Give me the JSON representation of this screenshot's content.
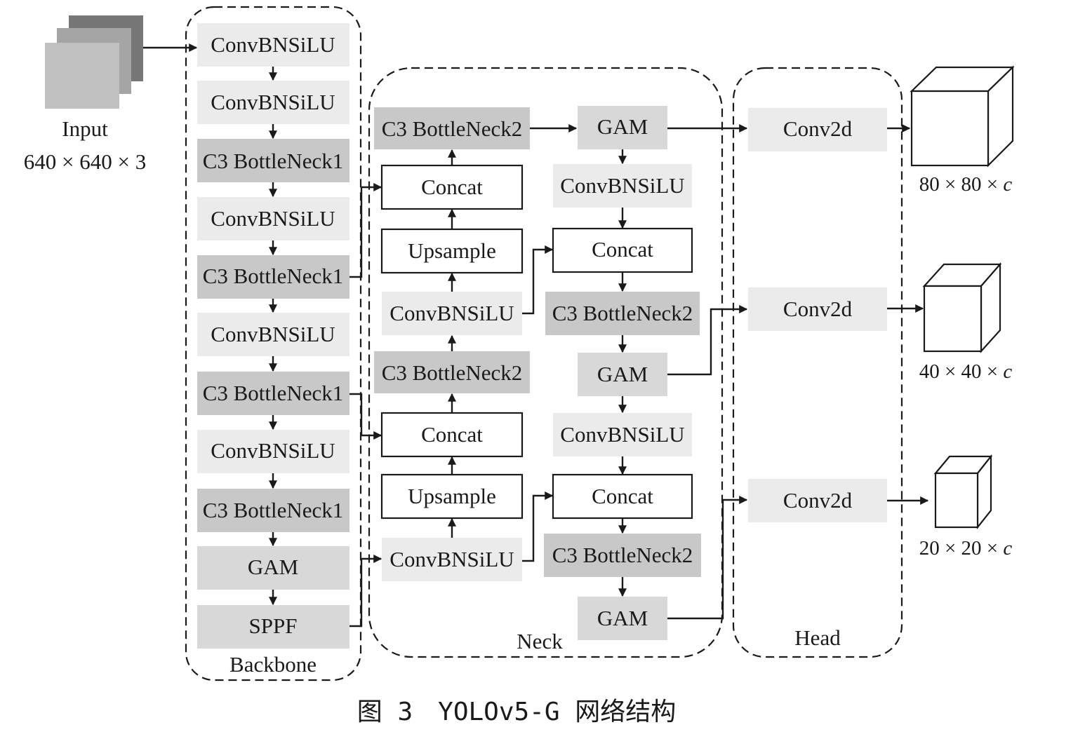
{
  "input": {
    "label": "Input",
    "size": "640 × 640 × 3"
  },
  "groups": {
    "backbone": "Backbone",
    "neck": "Neck",
    "head": "Head"
  },
  "backbone": [
    "ConvBNSiLU",
    "ConvBNSiLU",
    "C3 BottleNeck1",
    "ConvBNSiLU",
    "C3 BottleNeck1",
    "ConvBNSiLU",
    "C3 BottleNeck1",
    "ConvBNSiLU",
    "C3 BottleNeck1",
    "GAM",
    "SPPF"
  ],
  "neck_left": [
    "C3 BottleNeck2",
    "Concat",
    "Upsample",
    "ConvBNSiLU",
    "C3 BottleNeck2",
    "Concat",
    "Upsample",
    "ConvBNSiLU"
  ],
  "neck_right": [
    "GAM",
    "ConvBNSiLU",
    "Concat",
    "C3 BottleNeck2",
    "GAM",
    "ConvBNSiLU",
    "Concat",
    "C3 BottleNeck2",
    "GAM"
  ],
  "head": [
    "Conv2d",
    "Conv2d",
    "Conv2d"
  ],
  "outputs": [
    {
      "pre": "80 × 80 × ",
      "var": "c"
    },
    {
      "pre": "40 × 40 × ",
      "var": "c"
    },
    {
      "pre": "20 × 20 × ",
      "var": "c"
    }
  ],
  "caption": {
    "fig": "图 3",
    "title": "YOLOv5-G 网络结构"
  },
  "colors": {
    "light_block": "#ebebeb",
    "dark_block": "#c8c8c8",
    "mid_block": "#d8d8d8",
    "line": "#1a1a1a"
  }
}
